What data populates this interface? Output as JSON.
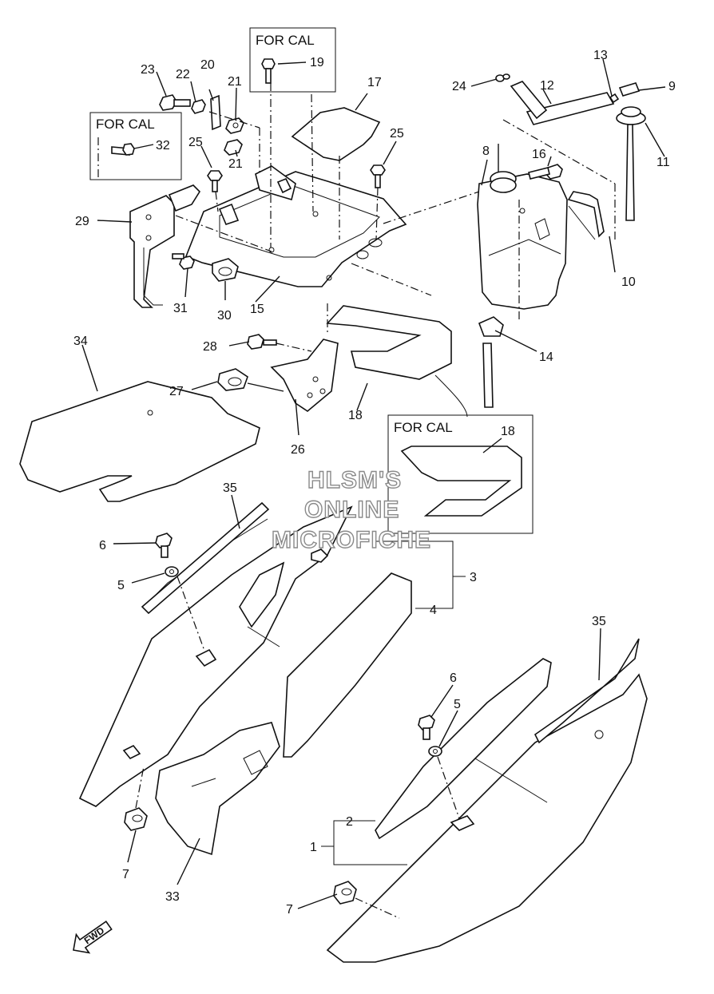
{
  "boxes": {
    "box19": "FOR CAL",
    "box32": "FOR CAL",
    "box18": "FOR CAL"
  },
  "watermark": [
    "HLSM'S",
    "ONLINE",
    "MICROFICHE"
  ],
  "fwd_label": "FWD",
  "callouts": {
    "c1": "1",
    "c2": "2",
    "c3": "3",
    "c4": "4",
    "c5a": "5",
    "c5b": "5",
    "c6a": "6",
    "c6b": "6",
    "c7a": "7",
    "c7b": "7",
    "c8": "8",
    "c9": "9",
    "c10": "10",
    "c11": "11",
    "c12": "12",
    "c13": "13",
    "c14": "14",
    "c15": "15",
    "c16": "16",
    "c17": "17",
    "c18a": "18",
    "c18b": "18",
    "c19": "19",
    "c20": "20",
    "c21a": "21",
    "c21b": "21",
    "c22": "22",
    "c23": "23",
    "c24": "24",
    "c25a": "25",
    "c25b": "25",
    "c26": "26",
    "c27": "27",
    "c28": "28",
    "c29": "29",
    "c30": "30",
    "c31": "31",
    "c32": "32",
    "c33": "33",
    "c34": "34",
    "c35a": "35",
    "c35b": "35"
  }
}
